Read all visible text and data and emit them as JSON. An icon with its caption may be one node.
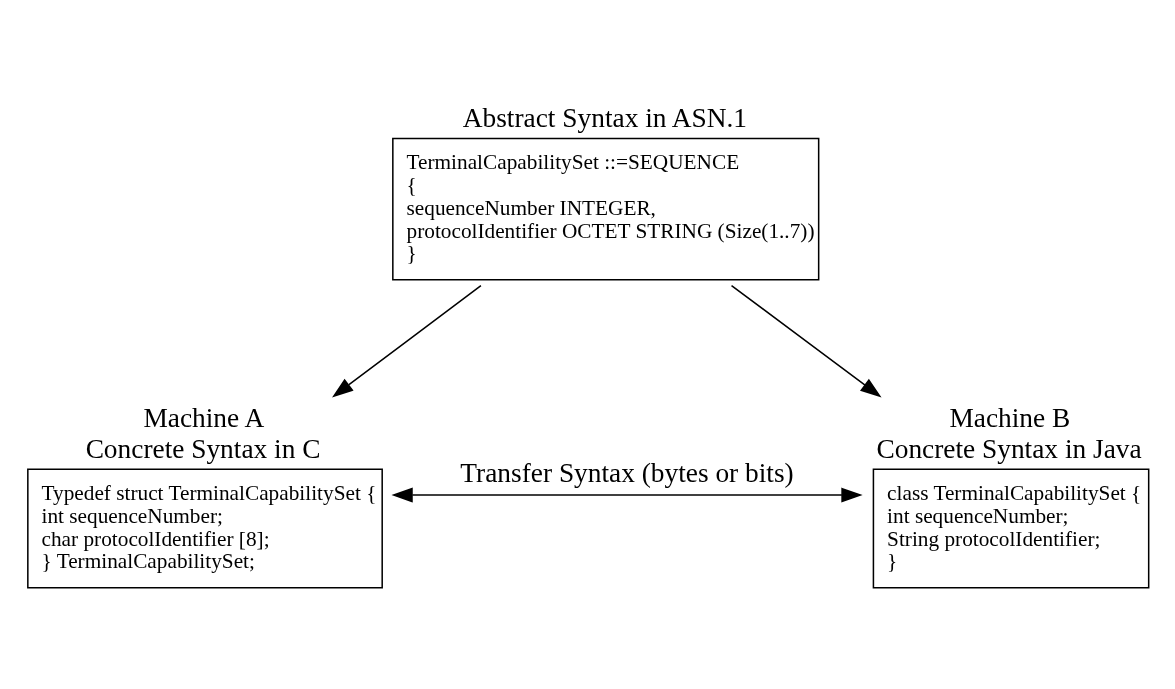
{
  "diagram": {
    "nodes": [
      {
        "text": [
          "Abstract Syntax in ASN.1",
          "TerminalCapabilitySet ::=SEQUENCE",
          "{",
          "sequenceNumber INTEGER,",
          "protocolIdentifier OCTET STRING (Size(1..7))",
          "}"
        ]
      },
      {
        "text": [
          "Machine A",
          "Concrete Syntax in C",
          "Typedef struct TerminalCapabilitySet {",
          "int sequenceNumber;",
          "char protocolIdentifier [8];",
          "} TerminalCapabilitySet;"
        ]
      },
      {
        "text": [
          "Machine B",
          "Concrete Syntax in Java",
          "class TerminalCapabilitySet {",
          "int sequenceNumber;",
          "String protocolIdentifier;",
          "}"
        ]
      }
    ],
    "edges": [
      {
        "from": 0,
        "to": 1,
        "arrow": "to"
      },
      {
        "from": 0,
        "to": 2,
        "arrow": "to"
      },
      {
        "from": 1,
        "to": 2,
        "arrow": "both",
        "label": "Transfer Syntax (bytes or bits)"
      }
    ]
  }
}
